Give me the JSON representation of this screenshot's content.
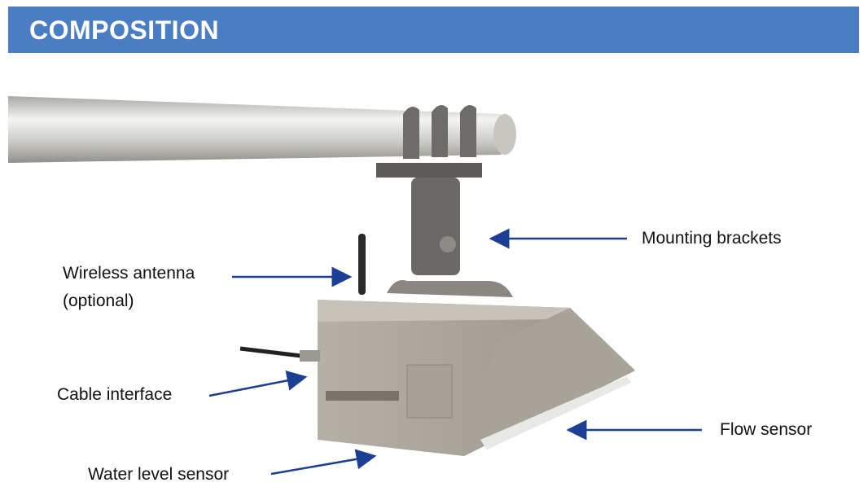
{
  "header": {
    "title": "COMPOSITION"
  },
  "labels": {
    "mounting_brackets": "Mounting brackets",
    "wireless_antenna": "Wireless antenna",
    "optional": "(optional)",
    "cable_interface": "Cable interface",
    "flow_sensor": "Flow sensor",
    "water_level_sensor": "Water level sensor"
  },
  "colors": {
    "header": "#4a7dc4",
    "arrow": "#1d3f93"
  }
}
